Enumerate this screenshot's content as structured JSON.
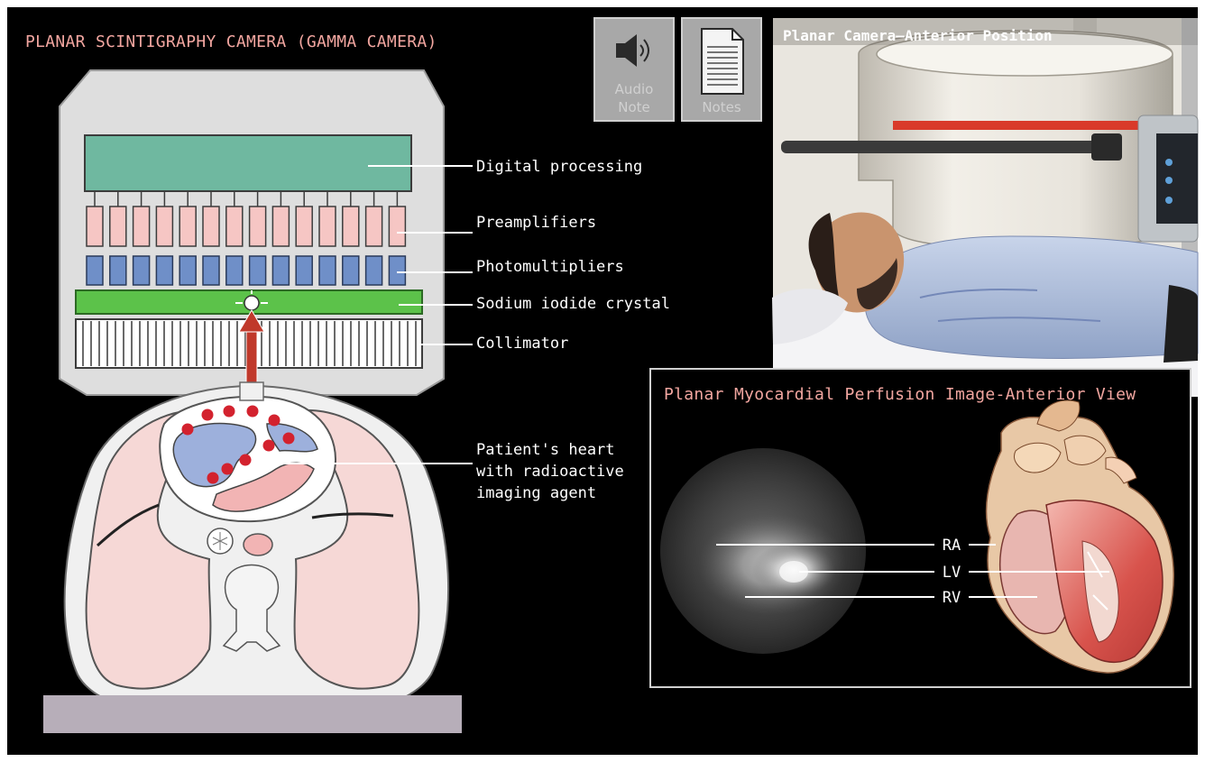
{
  "title": "PLANAR SCINTIGRAPHY CAMERA (GAMMA CAMERA)",
  "buttons": {
    "audio_line1": "Audio",
    "audio_line2": "Note",
    "notes": "Notes"
  },
  "camera_labels": {
    "digital_processing": "Digital processing",
    "preamplifiers": "Preamplifiers",
    "photomultipliers": "Photomultipliers",
    "crystal": "Sodium iodide crystal",
    "collimator": "Collimator"
  },
  "patient_label": {
    "line1": "Patient's heart",
    "line2": "with radioactive",
    "line3": "imaging agent"
  },
  "photo": {
    "title": "Planar Camera—Anterior Position"
  },
  "perfusion": {
    "title": "Planar Myocardial Perfusion Image-Anterior View",
    "labels": [
      "RA",
      "LV",
      "RV"
    ]
  },
  "colors": {
    "background": "#000000",
    "title": "#f2a6a0",
    "digital": "#6fb8a0",
    "preamp": "#f6c6c4",
    "pmt": "#6f8fc8",
    "crystal": "#5cc24a",
    "arrow": "#c0392b",
    "lung": "#f6d8d6",
    "heart_blue": "#9db0dc",
    "heart_pink": "#f2b4b4"
  }
}
